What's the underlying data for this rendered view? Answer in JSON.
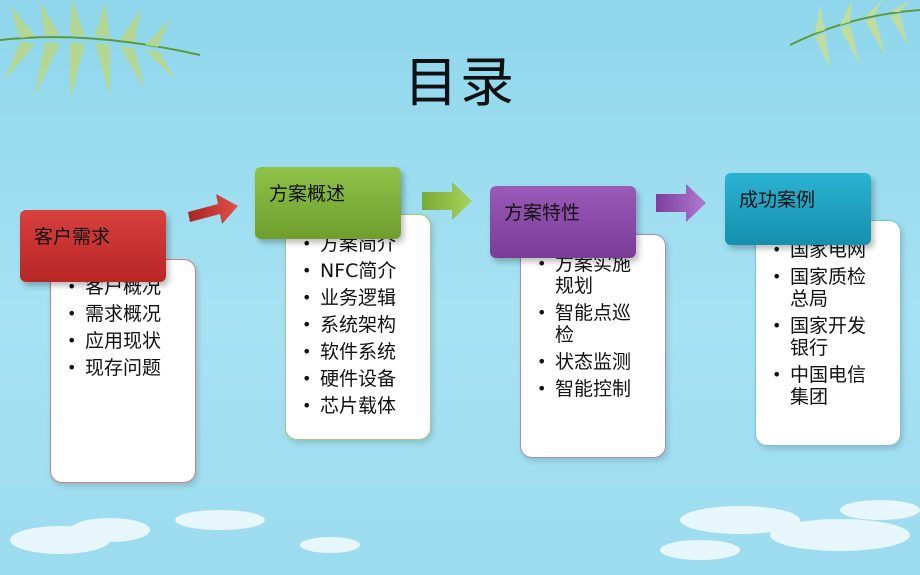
{
  "title": "目录",
  "colors": {
    "red": "#c8302f",
    "green": "#7fae35",
    "purple": "#8a4aa6",
    "teal": "#1ea5c4"
  },
  "sections": [
    {
      "header": "客户需求",
      "items": [
        "客户概况",
        "需求概况",
        "应用现状",
        "现存问题"
      ]
    },
    {
      "header": "方案概述",
      "items": [
        "方案简介",
        "NFC简介",
        "业务逻辑",
        "系统架构",
        "软件系统",
        "硬件设备",
        "芯片载体"
      ]
    },
    {
      "header": "方案特性",
      "items": [
        "方案实施规划",
        "智能点巡检",
        "状态监测",
        "智能控制"
      ]
    },
    {
      "header": "成功案例",
      "items": [
        "国家电网",
        "国家质检总局",
        "国家开发银行",
        "中国电信集团"
      ]
    }
  ]
}
